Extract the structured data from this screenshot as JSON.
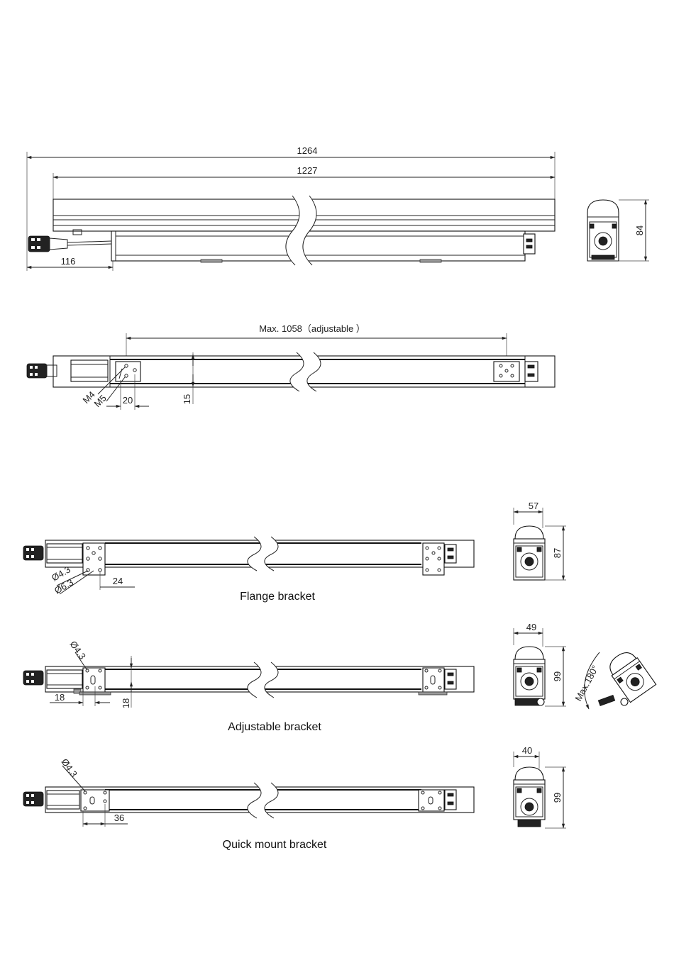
{
  "dimensions": {
    "total_length": "1264",
    "housing_length": "1227",
    "connector_length": "116",
    "height": "84",
    "max_spacing": "Max. 1058（adjustable ）",
    "thread_m4": "M4",
    "thread_m5": "M5",
    "offset_20": "20",
    "offset_15": "15",
    "flange_hole_small": "Ø4.3",
    "flange_hole_large": "Ø6.3",
    "flange_offset": "24",
    "flange_width": "57",
    "flange_height": "87",
    "adj_hole": "Ø4.3",
    "adj_offset_x": "18",
    "adj_offset_y": "18",
    "adj_width": "49",
    "adj_height": "99",
    "adj_rotation": "Max.180°",
    "quick_hole": "Ø4.3",
    "quick_offset": "36",
    "quick_width": "40",
    "quick_height": "99"
  },
  "captions": {
    "flange": "Flange bracket",
    "adjustable": "Adjustable bracket",
    "quick": "Quick mount bracket"
  }
}
